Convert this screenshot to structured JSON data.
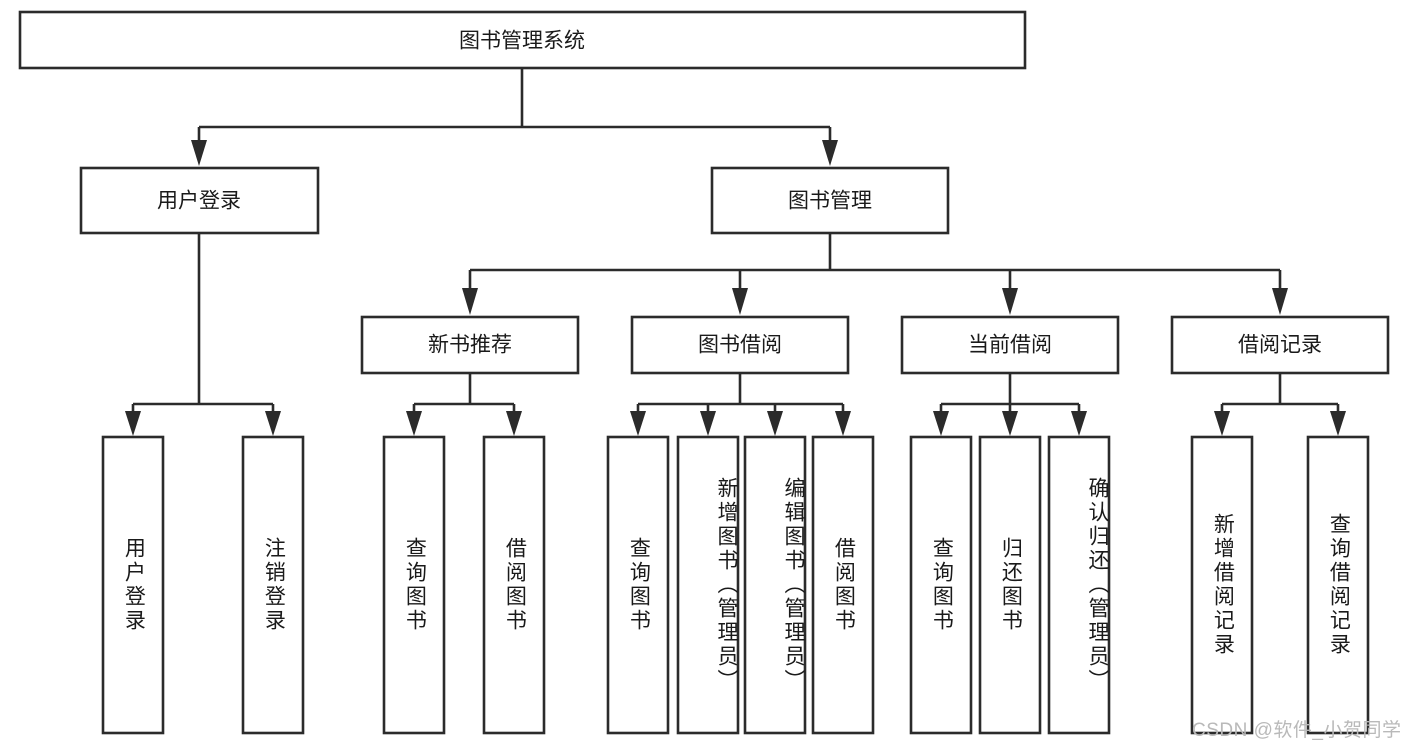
{
  "diagram": {
    "title": "图书管理系统",
    "type": "tree-hierarchy-chart",
    "root": {
      "id": "root",
      "label": "图书管理系统",
      "orientation": "horizontal"
    },
    "level2": [
      {
        "id": "user-login",
        "label": "用户登录",
        "orientation": "horizontal"
      },
      {
        "id": "book-manage",
        "label": "图书管理",
        "orientation": "horizontal"
      }
    ],
    "level3": [
      {
        "id": "new-book-recommend",
        "label": "新书推荐",
        "orientation": "horizontal",
        "parent": "book-manage"
      },
      {
        "id": "book-borrow",
        "label": "图书借阅",
        "orientation": "horizontal",
        "parent": "book-manage"
      },
      {
        "id": "current-borrow",
        "label": "当前借阅",
        "orientation": "horizontal",
        "parent": "book-manage"
      },
      {
        "id": "borrow-record",
        "label": "借阅记录",
        "orientation": "horizontal",
        "parent": "book-manage"
      }
    ],
    "leaves": [
      {
        "id": "leaf-user-login",
        "label": "用户登录",
        "parent": "user-login"
      },
      {
        "id": "leaf-user-logout",
        "label": "注销登录",
        "parent": "user-login"
      },
      {
        "id": "leaf-query-book-1",
        "label": "查询图书",
        "parent": "new-book-recommend"
      },
      {
        "id": "leaf-borrow-book-1",
        "label": "借阅图书",
        "parent": "new-book-recommend"
      },
      {
        "id": "leaf-query-book-2",
        "label": "查询图书",
        "parent": "book-borrow"
      },
      {
        "id": "leaf-add-book",
        "label": "新增图书（管理员）",
        "parent": "book-borrow"
      },
      {
        "id": "leaf-edit-book",
        "label": "编辑图书（管理员）",
        "parent": "book-borrow"
      },
      {
        "id": "leaf-borrow-book-2",
        "label": "借阅图书",
        "parent": "book-borrow"
      },
      {
        "id": "leaf-query-book-3",
        "label": "查询图书",
        "parent": "current-borrow"
      },
      {
        "id": "leaf-return-book",
        "label": "归还图书",
        "parent": "current-borrow"
      },
      {
        "id": "leaf-confirm-return",
        "label": "确认归还（管理员）",
        "parent": "current-borrow"
      },
      {
        "id": "leaf-add-record",
        "label": "新增借阅记录",
        "parent": "borrow-record"
      },
      {
        "id": "leaf-query-record",
        "label": "查询借阅记录",
        "parent": "borrow-record"
      }
    ],
    "colors": {
      "box_stroke": "#2b2b2b",
      "box_fill": "#ffffff",
      "text": "#1a1a1a",
      "background": "#ffffff",
      "watermark": "#b9b9b9"
    }
  },
  "watermark": {
    "text": "CSDN @软件_小贺同学"
  }
}
